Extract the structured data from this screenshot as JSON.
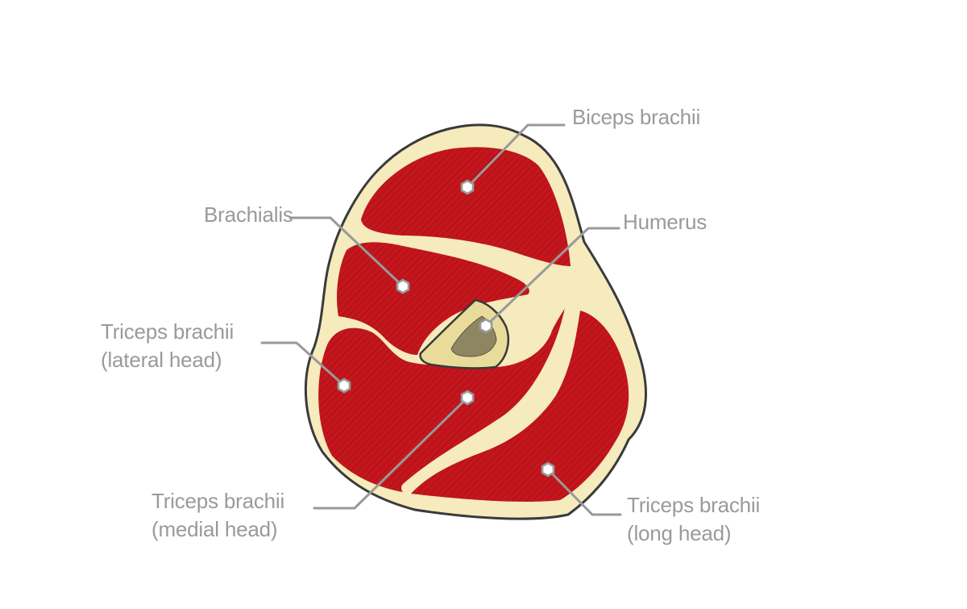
{
  "labels": {
    "biceps": "Biceps brachii",
    "brachialis": "Brachialis",
    "humerus": "Humerus",
    "triceps_lateral_1": "Triceps brachii",
    "triceps_lateral_2": "(lateral head)",
    "triceps_medial_1": "Triceps brachii",
    "triceps_medial_2": "(medial head)",
    "triceps_long_1": "Triceps brachii",
    "triceps_long_2": "(long head)"
  },
  "colors": {
    "muscle": "#c4161c",
    "muscle_dark": "#a51015",
    "fascia": "#f5ebbd",
    "outline": "#3a3a3a",
    "bone": "#e9dc9a",
    "marrow": "#8e8662",
    "label_text": "#9a9a9a"
  }
}
